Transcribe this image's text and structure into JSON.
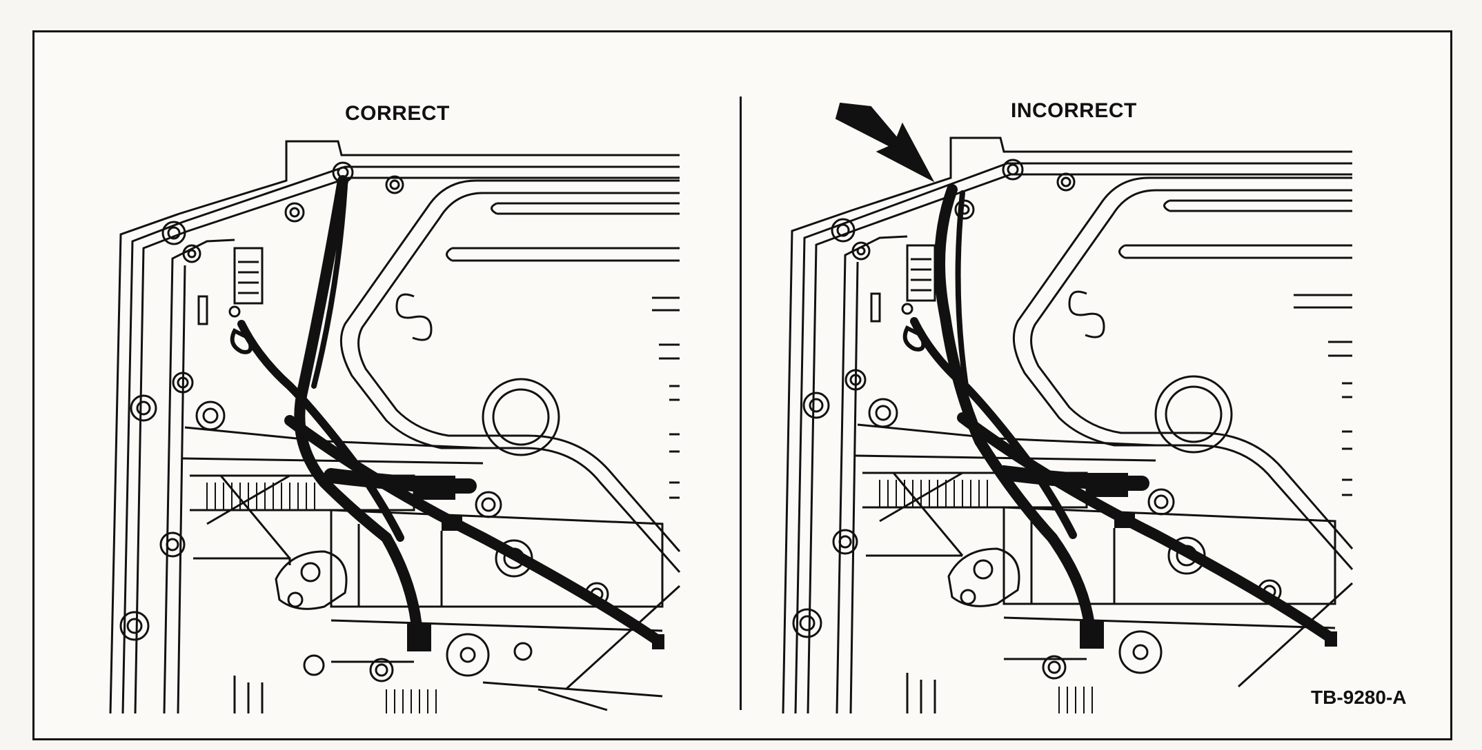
{
  "figure": {
    "left_label": "CORRECT",
    "right_label": "INCORRECT",
    "figure_id": "TB-9280-A"
  },
  "colors": {
    "ink": "#111111",
    "paper": "#fbfaf6"
  },
  "icons": {
    "callout": "arrow-icon"
  }
}
